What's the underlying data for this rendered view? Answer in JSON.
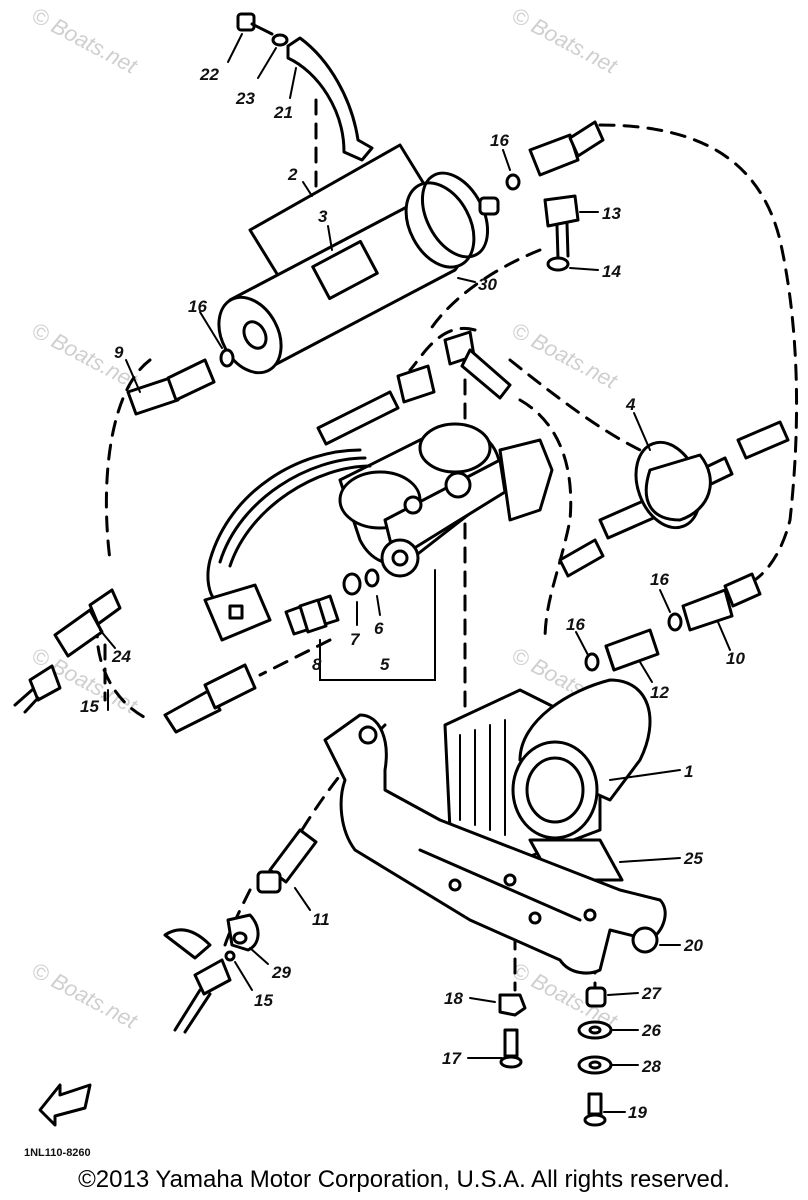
{
  "watermarks": [
    {
      "text": "© Boats.net"
    },
    {
      "text": "© Boats.net"
    },
    {
      "text": "© Boats.net"
    },
    {
      "text": "© Boats.net"
    },
    {
      "text": "© Boats.net"
    },
    {
      "text": "© Boats.net"
    },
    {
      "text": "© Boats.net"
    },
    {
      "text": "© Boats.net"
    }
  ],
  "callouts": [
    "22",
    "23",
    "21",
    "2",
    "3",
    "30",
    "16",
    "13",
    "14",
    "16",
    "9",
    "4",
    "24",
    "15",
    "8",
    "7",
    "6",
    "5",
    "16",
    "10",
    "16",
    "12",
    "1",
    "25",
    "11",
    "29",
    "15",
    "20",
    "18",
    "27",
    "26",
    "17",
    "28",
    "19"
  ],
  "drawing_code": "1NL110-8260",
  "copyright": "©2013 Yamaha Motor Corporation, U.S.A. All rights reserved."
}
